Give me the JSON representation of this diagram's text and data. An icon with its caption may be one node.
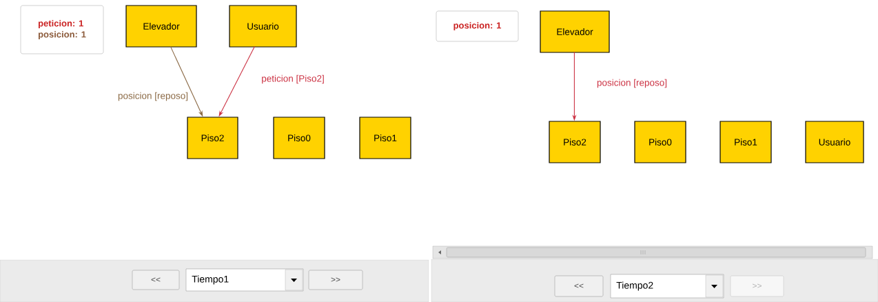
{
  "diagram": {
    "nodes": [
      {
        "text": [
          "peticion: 1",
          "posicion: 1"
        ]
      },
      {
        "text": [
          "Elevador"
        ]
      },
      {
        "text": [
          "Usuario"
        ]
      },
      {
        "text": [
          "Piso2"
        ]
      },
      {
        "text": [
          "Piso0"
        ]
      },
      {
        "text": [
          "Piso1"
        ]
      },
      {
        "text": [
          "posicion: 1"
        ]
      },
      {
        "text": [
          "Elevador"
        ]
      },
      {
        "text": [
          "Piso2"
        ]
      },
      {
        "text": [
          "Piso0"
        ]
      },
      {
        "text": [
          "Piso1"
        ]
      },
      {
        "text": [
          "Usuario"
        ]
      }
    ],
    "edges": [
      {
        "from": 1,
        "to": 3,
        "arrow": "to",
        "label": "posicion [reposo]",
        "color": "#8b6a46"
      },
      {
        "from": 2,
        "to": 3,
        "arrow": "to",
        "label": "peticion [Piso2]",
        "color": "#cc3344"
      },
      {
        "from": 7,
        "to": 8,
        "arrow": "to",
        "label": "posicion [reposo]",
        "color": "#cc3344"
      }
    ],
    "labels": [
      "<<",
      "Tiempo1",
      ">>",
      "<<",
      "Tiempo2",
      ">>"
    ]
  }
}
